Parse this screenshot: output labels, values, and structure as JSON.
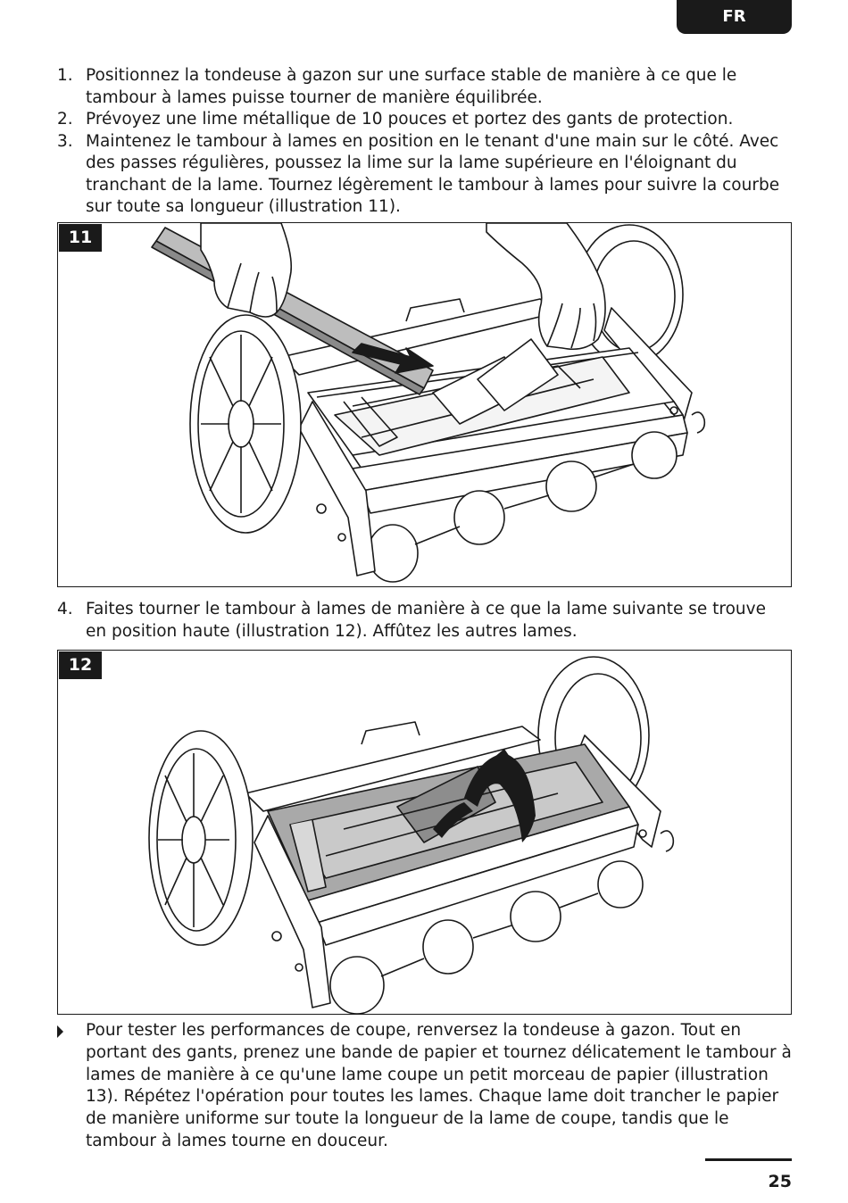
{
  "header": {
    "lang": "FR"
  },
  "steps_top": [
    {
      "num": "1.",
      "text": "Positionnez la tondeuse à gazon sur une surface stable de manière à ce que le tambour à lames puisse tourner de manière équilibrée."
    },
    {
      "num": "2.",
      "text": "Prévoyez une lime métallique de 10 pouces et portez des gants de protection."
    },
    {
      "num": "3.",
      "text": "Maintenez le tambour à lames en position en le tenant d'une main sur le côté. Avec des passes régulières, poussez la lime sur la lame supérieure en l'éloignant du tranchant de la lame. Tournez légèrement le tambour à lames pour suivre la courbe sur toute sa longueur (illustration 11)."
    }
  ],
  "figure11": {
    "label": "11"
  },
  "steps_mid": [
    {
      "num": "4.",
      "text": "Faites tourner le tambour à lames de manière à ce que la lame suivante se trouve en position haute (illustration 12). Affûtez les autres lames."
    }
  ],
  "figure12": {
    "label": "12"
  },
  "note": {
    "text": "Pour tester les performances de coupe, renversez la tondeuse à gazon. Tout en portant des gants, prenez une bande de papier et tournez délicatement le tambour à lames de manière à ce qu'une lame coupe un petit morceau de papier (illustration 13). Répétez l'opération pour toutes les lames. Chaque lame doit trancher le papier de manière uniforme sur toute la longueur de la lame de coupe, tandis que le tambour à lames tourne en douceur."
  },
  "footer": {
    "page": "25"
  }
}
